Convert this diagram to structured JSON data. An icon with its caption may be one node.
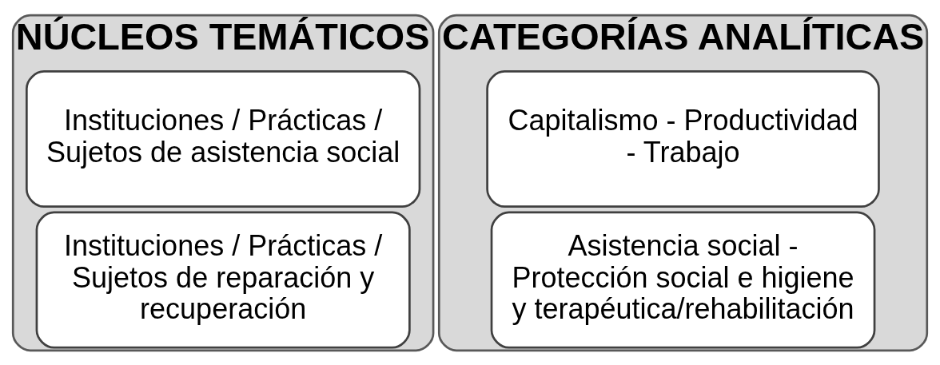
{
  "diagram": {
    "nodes": [
      {
        "text": [
          "NÚCLEOS TEMÁTICOS"
        ]
      },
      {
        "text": [
          "Instituciones / Prácticas / Sujetos de asistencia social"
        ],
        "in": 0
      },
      {
        "text": [
          "Instituciones / Prácticas / Sujetos de reparación y recuperación"
        ],
        "in": 0
      },
      {
        "text": [
          "CATEGORÍAS ANALÍTICAS"
        ]
      },
      {
        "text": [
          "Capitalismo - Productividad - Trabajo"
        ],
        "in": 3
      },
      {
        "text": [
          "Asistencia social - Protección social e higiene y terapéutica/rehabilitación"
        ],
        "in": 3
      }
    ]
  }
}
